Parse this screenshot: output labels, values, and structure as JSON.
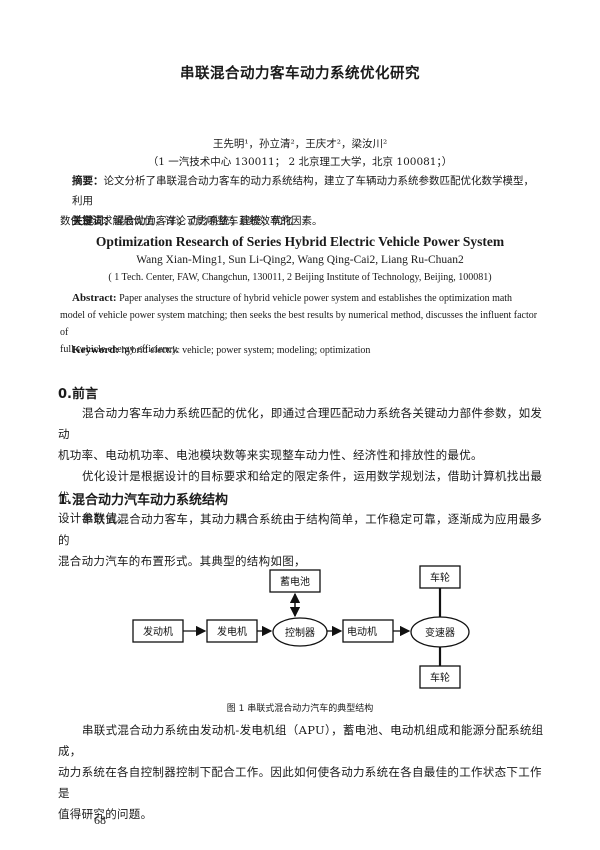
{
  "title": "串联混合动力客车动力系统优化研究",
  "authors": "王先明¹，孙立清²，王庆才²，梁汝川²",
  "affiliation": "（1 一汽技术中心  130011；  2 北京理工大学，北京  100081；）",
  "abstract_cn": {
    "label": "摘要：",
    "line1": "论文分析了串联混合动力客车的动力系统结构，建立了车辆动力系统参数匹配优化数学模型，利用",
    "line2": "数值方法求解最优值，讨论了影响整车系统效率的因素。"
  },
  "keywords_cn": {
    "label": "关键词：",
    "text": "混合动力客车；动力系统；建模；优化"
  },
  "title_en": "Optimization Research of Series Hybrid Electric Vehicle Power System",
  "authors_en": "Wang Xian-Ming1, Sun Li-Qing2, Wang Qing-Cai2, Liang Ru-Chuan2",
  "affiliation_en": "( 1 Tech. Center, FAW, Changchun, 130011, 2 Beijing Institute of Technology, Beijing, 100081)",
  "abstract_en": {
    "label": "Abstract:",
    "line1": " Paper analyses the structure of hybrid vehicle power system and establishes the optimization math",
    "line2": "model of vehicle power system matching; then seeks the best results by numerical method, discusses the influent factor of",
    "line3": "full vehicle energy efficiency."
  },
  "keywords_en": {
    "label": "Keyword:",
    "text": " hybrid electric vehicle; power system;   modeling; optimization"
  },
  "section0": {
    "heading": "0.前言",
    "p1_line1": "混合动力客车动力系统匹配的优化，即通过合理匹配动力系统各关键动力部件参数，如发动",
    "p1_line2": "机功率、电动机功率、电池模块数等来实现整车动力性、经济性和排放性的最优。",
    "p2_line1": "优化设计是根据设计的目标要求和给定的限定条件，运用数学规划法，借助计算机找出最优",
    "p2_line2": "设计参数值。"
  },
  "section1": {
    "heading": "1.混合动力汽车动力系统结构",
    "p1_line1": "串联式混合动力客车，其动力耦合系统由于结构简单，工作稳定可靠，逐渐成为应用最多的",
    "p1_line2": "混合动力汽车的布置形式。其典型的结构如图，"
  },
  "diagram": {
    "battery": "蓄电池",
    "engine": "发动机",
    "generator": "发电机",
    "controller": "控制器",
    "motor": "电动机",
    "transmission": "变速器",
    "wheel_top": "车轮",
    "wheel_bottom": "车轮"
  },
  "figure_caption": "图 1   串联式混合动力汽车的典型结构",
  "section1_after": {
    "line1": "串联式混合动力系统由发动机-发电机组（APU），蓄电池、电动机组成和能源分配系统组成，",
    "line2": "动力系统在各自控制器控制下配合工作。因此如何使各动力系统在各自最佳的工作状态下工作是",
    "line3": "值得研究的问题。"
  },
  "page_number": "68"
}
